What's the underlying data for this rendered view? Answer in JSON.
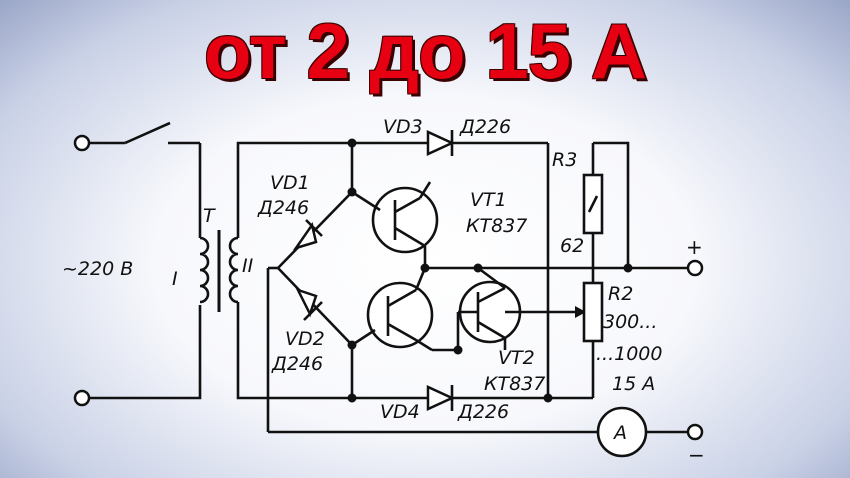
{
  "title": "от 2 до 15 А",
  "diagram": {
    "mains": "~220 В",
    "transformer": "T",
    "winding1": "I",
    "winding2": "II",
    "vd1": "VD1",
    "vd1_type": "Д246",
    "vd2": "VD2",
    "vd2_type": "Д246",
    "vd3": "VD3",
    "vd3_type": "Д226",
    "vd4": "VD4",
    "vd4_type": "Д226",
    "vt1": "VT1",
    "vt1_type": "КТ837",
    "vt2": "VT2",
    "vt2_type": "КТ837",
    "r3": "R3",
    "r3_value": "62",
    "r2": "R2",
    "r2_value1": "300...",
    "r2_value2": "...1000",
    "current": "15 А",
    "ammeter": "A",
    "plus": "+",
    "minus": "−"
  }
}
